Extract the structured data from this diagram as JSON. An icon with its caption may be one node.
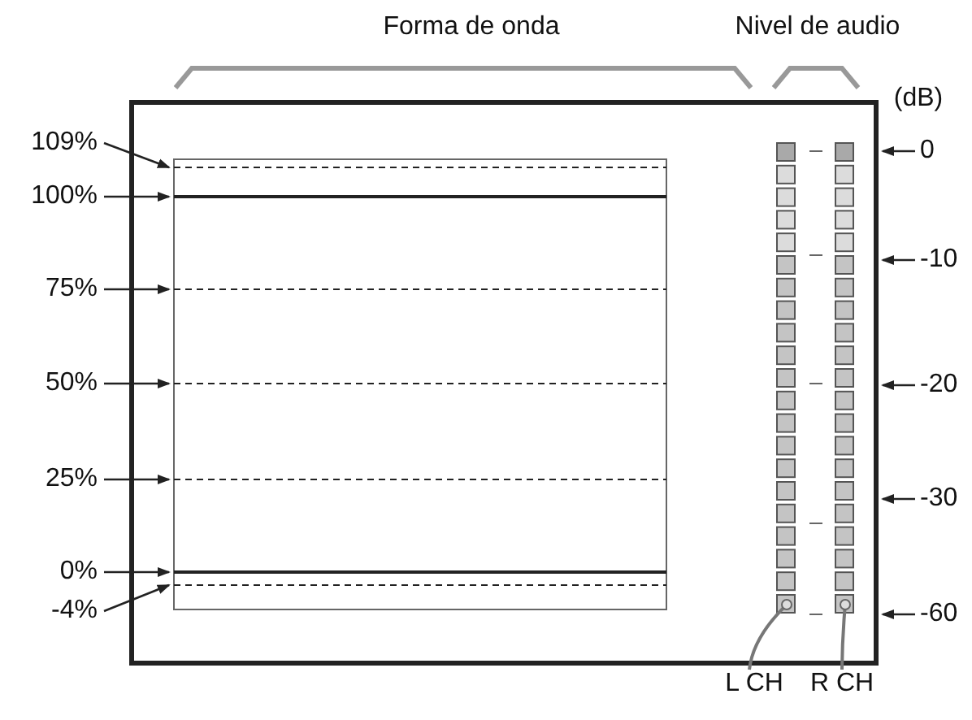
{
  "diagram": {
    "nodes": [
      {
        "text": [
          "109%"
        ]
      },
      {
        "text": [
          "100%"
        ]
      },
      {
        "text": [
          "75%"
        ]
      },
      {
        "text": [
          "50%"
        ]
      },
      {
        "text": [
          "25%"
        ]
      },
      {
        "text": [
          "0%"
        ]
      },
      {
        "text": [
          "-4%"
        ]
      },
      {
        "text": [
          "0"
        ]
      },
      {
        "text": [
          "-10"
        ]
      },
      {
        "text": [
          "-20"
        ]
      },
      {
        "text": [
          "-30"
        ]
      },
      {
        "text": [
          "-60"
        ]
      },
      {
        "text": [
          "L CH"
        ]
      },
      {
        "text": [
          "R CH"
        ]
      },
      {
        "text": [],
        "shape": "picture"
      },
      {
        "text": [],
        "shape": "picture"
      }
    ],
    "edges": [
      {
        "from": 0,
        "to": 14,
        "arrow": "to"
      },
      {
        "from": 1,
        "to": 14,
        "arrow": "to"
      },
      {
        "from": 2,
        "to": 14,
        "arrow": "to"
      },
      {
        "from": 3,
        "to": 14,
        "arrow": "to"
      },
      {
        "from": 4,
        "to": 14,
        "arrow": "to"
      },
      {
        "from": 5,
        "to": 14,
        "arrow": "to"
      },
      {
        "from": 6,
        "to": 14,
        "arrow": "to"
      },
      {
        "from": 7,
        "to": 15,
        "arrow": "to"
      },
      {
        "from": 8,
        "to": 15,
        "arrow": "to"
      },
      {
        "from": 9,
        "to": 15,
        "arrow": "to"
      },
      {
        "from": 10,
        "to": 15,
        "arrow": "to"
      },
      {
        "from": 11,
        "to": 15,
        "arrow": "to"
      },
      {
        "from": 12,
        "to": 15,
        "arrow": "other"
      },
      {
        "from": 13,
        "to": 15,
        "arrow": "other"
      }
    ],
    "labels": [
      "Forma de onda",
      "Nivel de audio",
      "(dB)"
    ]
  }
}
